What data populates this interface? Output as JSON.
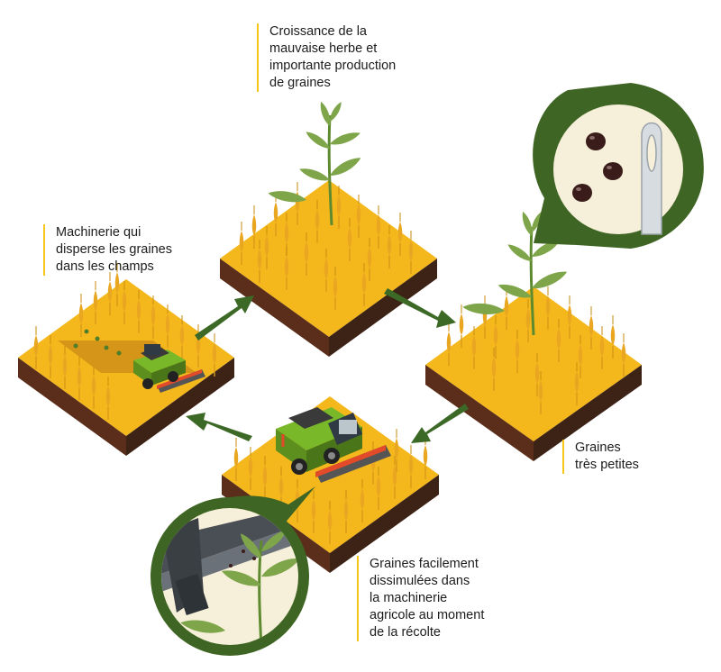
{
  "labels": {
    "growth": [
      "Croissance de la",
      "mauvaise herbe et",
      "importante production",
      "de graines"
    ],
    "disperse": [
      "Machinerie qui",
      "disperse les graines",
      "dans les champs"
    ],
    "seeds": [
      "Graines",
      "très petites"
    ],
    "hidden": [
      "Graines facilement",
      "dissimulées dans",
      "la machinerie",
      "agricole au moment",
      "de la récolte"
    ]
  },
  "colors": {
    "label_bar": "#f5c518",
    "field_top": "#f4b81c",
    "field_wheat": "#e7a21d",
    "soil": "#4a2a1a",
    "arrow": "#3c6a26",
    "zoom_ring": "#3f6524",
    "zoom_bg": "#f6efd9",
    "seed": "#3a1d1a",
    "harvester": "#78b829"
  },
  "icons": [
    "wheat-field-tile",
    "weed-plant",
    "combine-harvester",
    "cycle-arrow",
    "seed-zoom-bubble",
    "machinery-zoom-bubble",
    "needle-icon"
  ]
}
